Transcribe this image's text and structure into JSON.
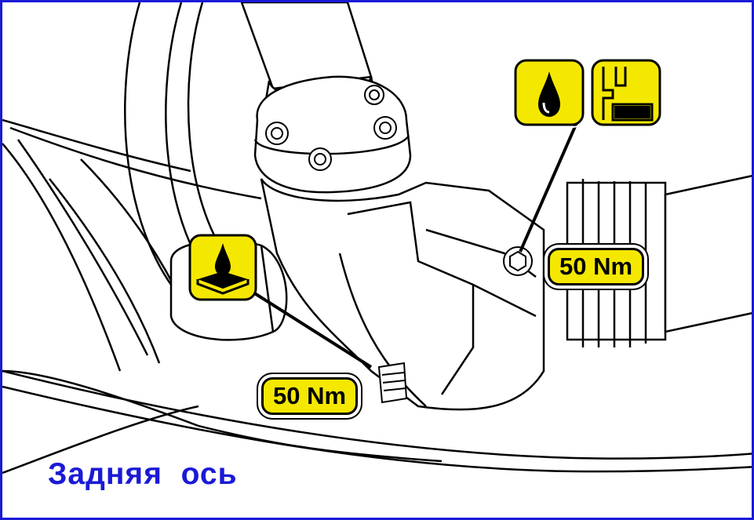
{
  "caption": "Задняя  ось",
  "labels": {
    "torque_right": "50 Nm",
    "torque_bottom": "50 Nm"
  },
  "icons": [
    "oil-drop-icon",
    "oil-level-icon",
    "oil-drain-icon"
  ],
  "colors": {
    "frame": "#1a1ad6",
    "caption": "#1a1ad6",
    "badge": "#f5e800"
  }
}
